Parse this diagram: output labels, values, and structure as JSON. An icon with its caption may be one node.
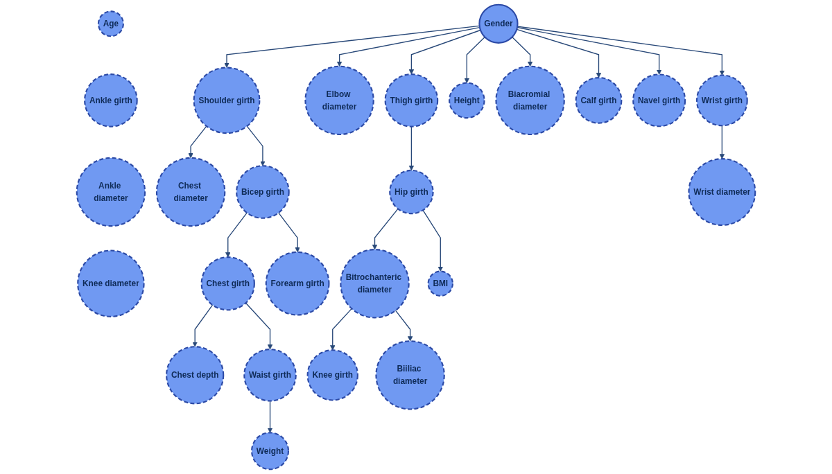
{
  "diagram": {
    "nodes": [
      {
        "text": [
          "Age"
        ]
      },
      {
        "text": [
          "Ankle girth"
        ]
      },
      {
        "text": [
          "Ankle diameter"
        ]
      },
      {
        "text": [
          "Knee diameter"
        ]
      },
      {
        "text": [
          "Knee girth"
        ]
      },
      {
        "text": [
          "Chest depth"
        ]
      },
      {
        "text": [
          "Chest diameter"
        ]
      },
      {
        "text": [
          "Bitrochanteric diameter"
        ]
      },
      {
        "text": [
          "Biiliac diameter"
        ]
      },
      {
        "text": [
          "Chest girth"
        ]
      },
      {
        "text": [
          "Shoulder girth"
        ]
      },
      {
        "text": [
          "Bicep girth"
        ]
      },
      {
        "text": [
          "Elbow diameter"
        ]
      },
      {
        "text": [
          "Waist girth"
        ]
      },
      {
        "text": [
          "Hip girth"
        ]
      },
      {
        "text": [
          "Thigh girth"
        ]
      },
      {
        "text": [
          "Weight"
        ]
      },
      {
        "text": [
          "BMI"
        ]
      },
      {
        "text": [
          "Forearm girth"
        ]
      },
      {
        "text": [
          "Height"
        ]
      },
      {
        "text": [
          "Gender"
        ]
      },
      {
        "text": [
          "Biacromial diameter"
        ]
      },
      {
        "text": [
          "Calf girth"
        ]
      },
      {
        "text": [
          "Navel girth"
        ]
      },
      {
        "text": [
          "Wrist girth"
        ]
      },
      {
        "text": [
          "Wrist diameter"
        ]
      }
    ],
    "edges": [
      {
        "from": 7,
        "to": 4,
        "arrow": "to"
      },
      {
        "from": 7,
        "to": 8,
        "arrow": "to"
      },
      {
        "from": 9,
        "to": 5,
        "arrow": "to"
      },
      {
        "from": 9,
        "to": 13,
        "arrow": "to"
      },
      {
        "from": 10,
        "to": 6,
        "arrow": "to"
      },
      {
        "from": 10,
        "to": 11,
        "arrow": "to"
      },
      {
        "from": 11,
        "to": 9,
        "arrow": "to"
      },
      {
        "from": 11,
        "to": 18,
        "arrow": "to"
      },
      {
        "from": 13,
        "to": 16,
        "arrow": "to"
      },
      {
        "from": 14,
        "to": 7,
        "arrow": "to"
      },
      {
        "from": 14,
        "to": 17,
        "arrow": "to"
      },
      {
        "from": 15,
        "to": 14,
        "arrow": "to"
      },
      {
        "from": 20,
        "to": 10,
        "arrow": "to"
      },
      {
        "from": 20,
        "to": 12,
        "arrow": "to"
      },
      {
        "from": 20,
        "to": 15,
        "arrow": "to"
      },
      {
        "from": 20,
        "to": 19,
        "arrow": "to"
      },
      {
        "from": 20,
        "to": 21,
        "arrow": "to"
      },
      {
        "from": 20,
        "to": 22,
        "arrow": "to"
      },
      {
        "from": 20,
        "to": 23,
        "arrow": "to"
      },
      {
        "from": 20,
        "to": 24,
        "arrow": "to"
      },
      {
        "from": 24,
        "to": 25,
        "arrow": "to"
      }
    ]
  }
}
